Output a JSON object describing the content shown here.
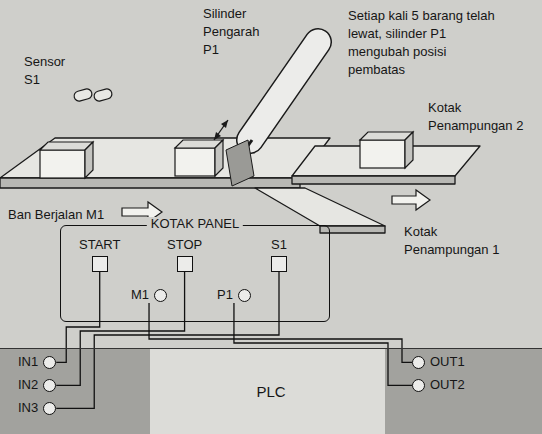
{
  "diagram": {
    "nodes": [
      {
        "text": [
          "KOTAK PANEL"
        ]
      },
      {
        "text": [
          "START"
        ],
        "in": 0
      },
      {
        "text": [
          "STOP"
        ],
        "in": 0
      },
      {
        "text": [
          "S1"
        ],
        "in": 0
      },
      {
        "text": [
          "M1"
        ],
        "in": 0
      },
      {
        "text": [
          "P1"
        ],
        "in": 0
      },
      {
        "text": [
          "PLC"
        ]
      },
      {
        "text": [
          "IN1"
        ],
        "in": 6
      },
      {
        "text": [
          "IN2"
        ],
        "in": 6
      },
      {
        "text": [
          "IN3"
        ],
        "in": 6
      },
      {
        "text": [
          "OUT1"
        ],
        "in": 6
      },
      {
        "text": [
          "OUT2"
        ],
        "in": 6
      }
    ],
    "edges": [
      {
        "from": 1,
        "to": 7,
        "arrow": "none"
      },
      {
        "from": 2,
        "to": 8,
        "arrow": "none"
      },
      {
        "from": 3,
        "to": 9,
        "arrow": "none"
      },
      {
        "from": 4,
        "to": 10,
        "arrow": "none"
      },
      {
        "from": 5,
        "to": 11,
        "arrow": "none"
      }
    ],
    "labels": [
      "Sensor S1",
      "Silinder Pengarah P1",
      "Setiap kali 5 barang telah lewat, silinder P1 mengubah posisi pembatas",
      "Kotak Penampungan 2",
      "Ban Berjalan M1",
      "Kotak Penampungan 1"
    ]
  }
}
